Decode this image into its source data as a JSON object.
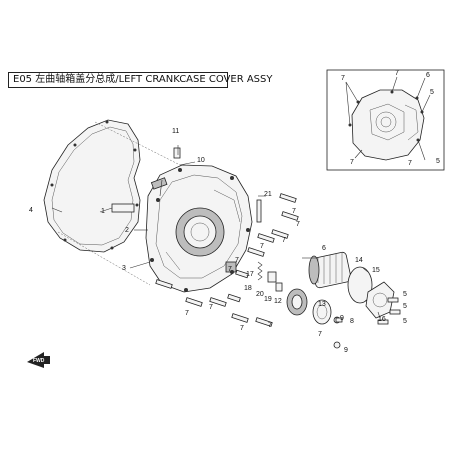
{
  "title": "E05 左曲轴箱盖分总成/LEFT CRANKCASE COVER  ASSY",
  "badge": "FWD",
  "callouts": {
    "c1": "1",
    "c2": "2",
    "c3": "3",
    "c4": "4",
    "c5a": "5",
    "c5b": "5",
    "c5c": "5",
    "c6": "6",
    "c7a": "7",
    "c7b": "7",
    "c7c": "7",
    "c7d": "7",
    "c7e": "7",
    "c7f": "7",
    "c7g": "7",
    "c7h": "7",
    "c7i": "7",
    "c7j": "7",
    "c7k": "7",
    "c8": "8",
    "c9a": "9",
    "c9b": "9",
    "c10": "10",
    "c11": "11",
    "c12": "12",
    "c13": "13",
    "c14": "14",
    "c15": "15",
    "c16": "16",
    "c17": "17",
    "c18": "18",
    "c19": "19",
    "c20": "20",
    "c21": "21",
    "i5a": "5",
    "i5b": "5",
    "i6": "6",
    "i7a": "7",
    "i7b": "7",
    "i7c": "7",
    "i7d": "7"
  }
}
